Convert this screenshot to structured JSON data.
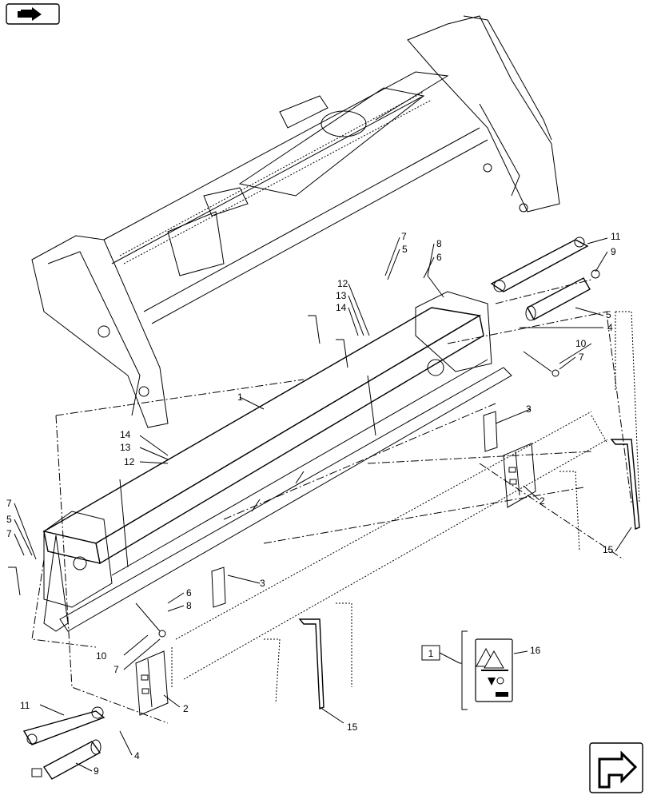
{
  "diagram": {
    "callouts": {
      "c1": "1",
      "c2a": "2",
      "c2b": "2",
      "c3a": "3",
      "c3b": "3",
      "c4a": "4",
      "c4b": "4",
      "c5a": "5",
      "c5b": "5",
      "c5c": "5",
      "c6a": "6",
      "c6b": "6",
      "c7a": "7",
      "c7b": "7",
      "c7c": "7",
      "c7d": "7",
      "c7e": "7",
      "c8a": "8",
      "c8b": "8",
      "c9a": "9",
      "c9b": "9",
      "c10a": "10",
      "c10b": "10",
      "c11a": "11",
      "c11b": "11",
      "c12a": "12",
      "c12b": "12",
      "c13a": "13",
      "c13b": "13",
      "c14a": "14",
      "c14b": "14",
      "c15a": "15",
      "c15b": "15",
      "c16": "16"
    },
    "kit_box_label": "1"
  },
  "navigation": {
    "top_icon": "book-pointer-icon",
    "bottom_icon": "next-page-arrow-icon"
  }
}
